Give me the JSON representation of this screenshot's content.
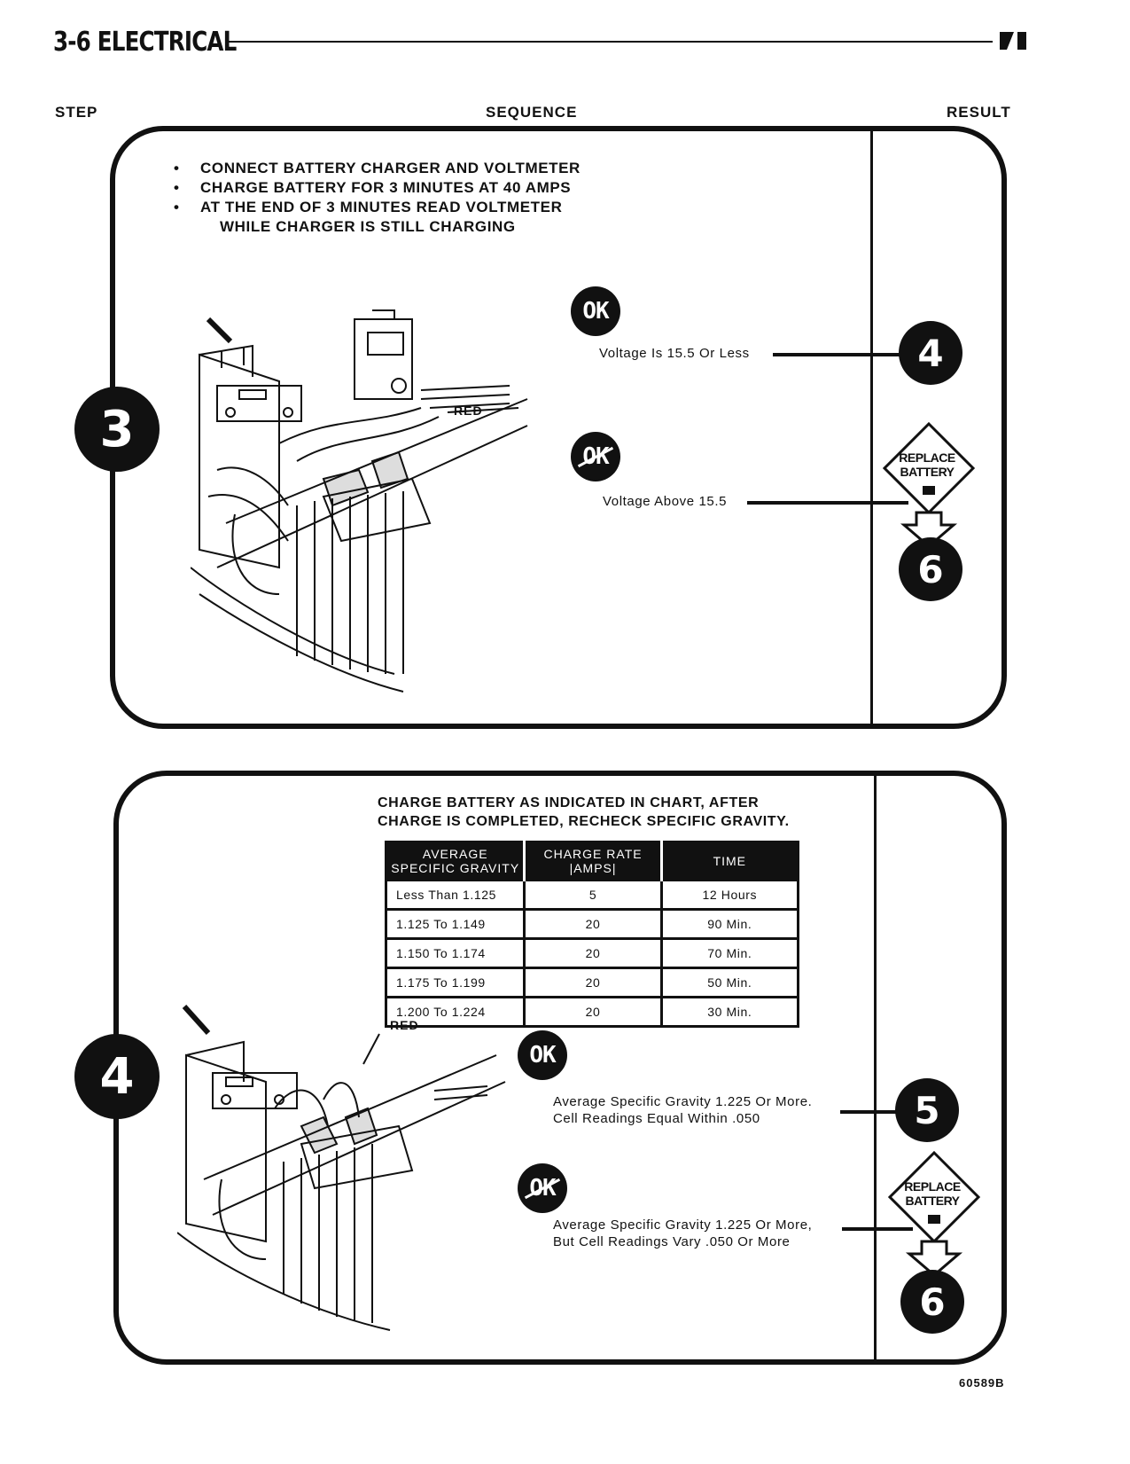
{
  "header": {
    "section_title": "3-6 ELECTRICAL"
  },
  "columns": {
    "step": "STEP",
    "sequence": "SEQUENCE",
    "result": "RESULT"
  },
  "step3": {
    "number": "3",
    "instructions": [
      "CONNECT BATTERY CHARGER AND VOLTMETER",
      "CHARGE BATTERY FOR 3 MINUTES AT 40 AMPS",
      "AT THE END OF 3 MINUTES READ VOLTMETER"
    ],
    "instruction_continuation": "WHILE CHARGER IS STILL CHARGING",
    "illustration_label": "RED",
    "ok_badge": "OK",
    "ok_text": "Voltage Is 15.5 Or Less",
    "ok_result": "4",
    "notok_badge": "OK",
    "notok_text": "Voltage Above 15.5",
    "replace_label_1": "REPLACE",
    "replace_label_2": "BATTERY",
    "notok_result": "6"
  },
  "step4": {
    "number": "4",
    "chart_title_1": "CHARGE BATTERY AS INDICATED IN CHART, AFTER",
    "chart_title_2": "CHARGE IS COMPLETED, RECHECK SPECIFIC GRAVITY.",
    "table": {
      "headers": [
        {
          "line1": "AVERAGE",
          "line2": "SPECIFIC GRAVITY"
        },
        {
          "line1": "CHARGE RATE",
          "line2": "|AMPS|"
        },
        {
          "line1": "TIME",
          "line2": ""
        }
      ],
      "rows": [
        [
          "Less Than 1.125",
          "5",
          "12 Hours"
        ],
        [
          "1.125  To  1.149",
          "20",
          "90 Min."
        ],
        [
          "1.150  To  1.174",
          "20",
          "70 Min."
        ],
        [
          "1.175  To  1.199",
          "20",
          "50 Min."
        ],
        [
          "1.200  To  1.224",
          "20",
          "30 Min."
        ]
      ]
    },
    "illustration_label": "RED",
    "ok_badge": "OK",
    "ok_text_1": "Average Specific Gravity 1.225 Or More.",
    "ok_text_2": "Cell Readings Equal Within .050",
    "ok_result": "5",
    "notok_badge": "OK",
    "notok_text_1": "Average Specific Gravity 1.225 Or More,",
    "notok_text_2": "But Cell Readings Vary .050 Or More",
    "replace_label_1": "REPLACE",
    "replace_label_2": "BATTERY",
    "notok_result": "6"
  },
  "figure_number": "60589B"
}
